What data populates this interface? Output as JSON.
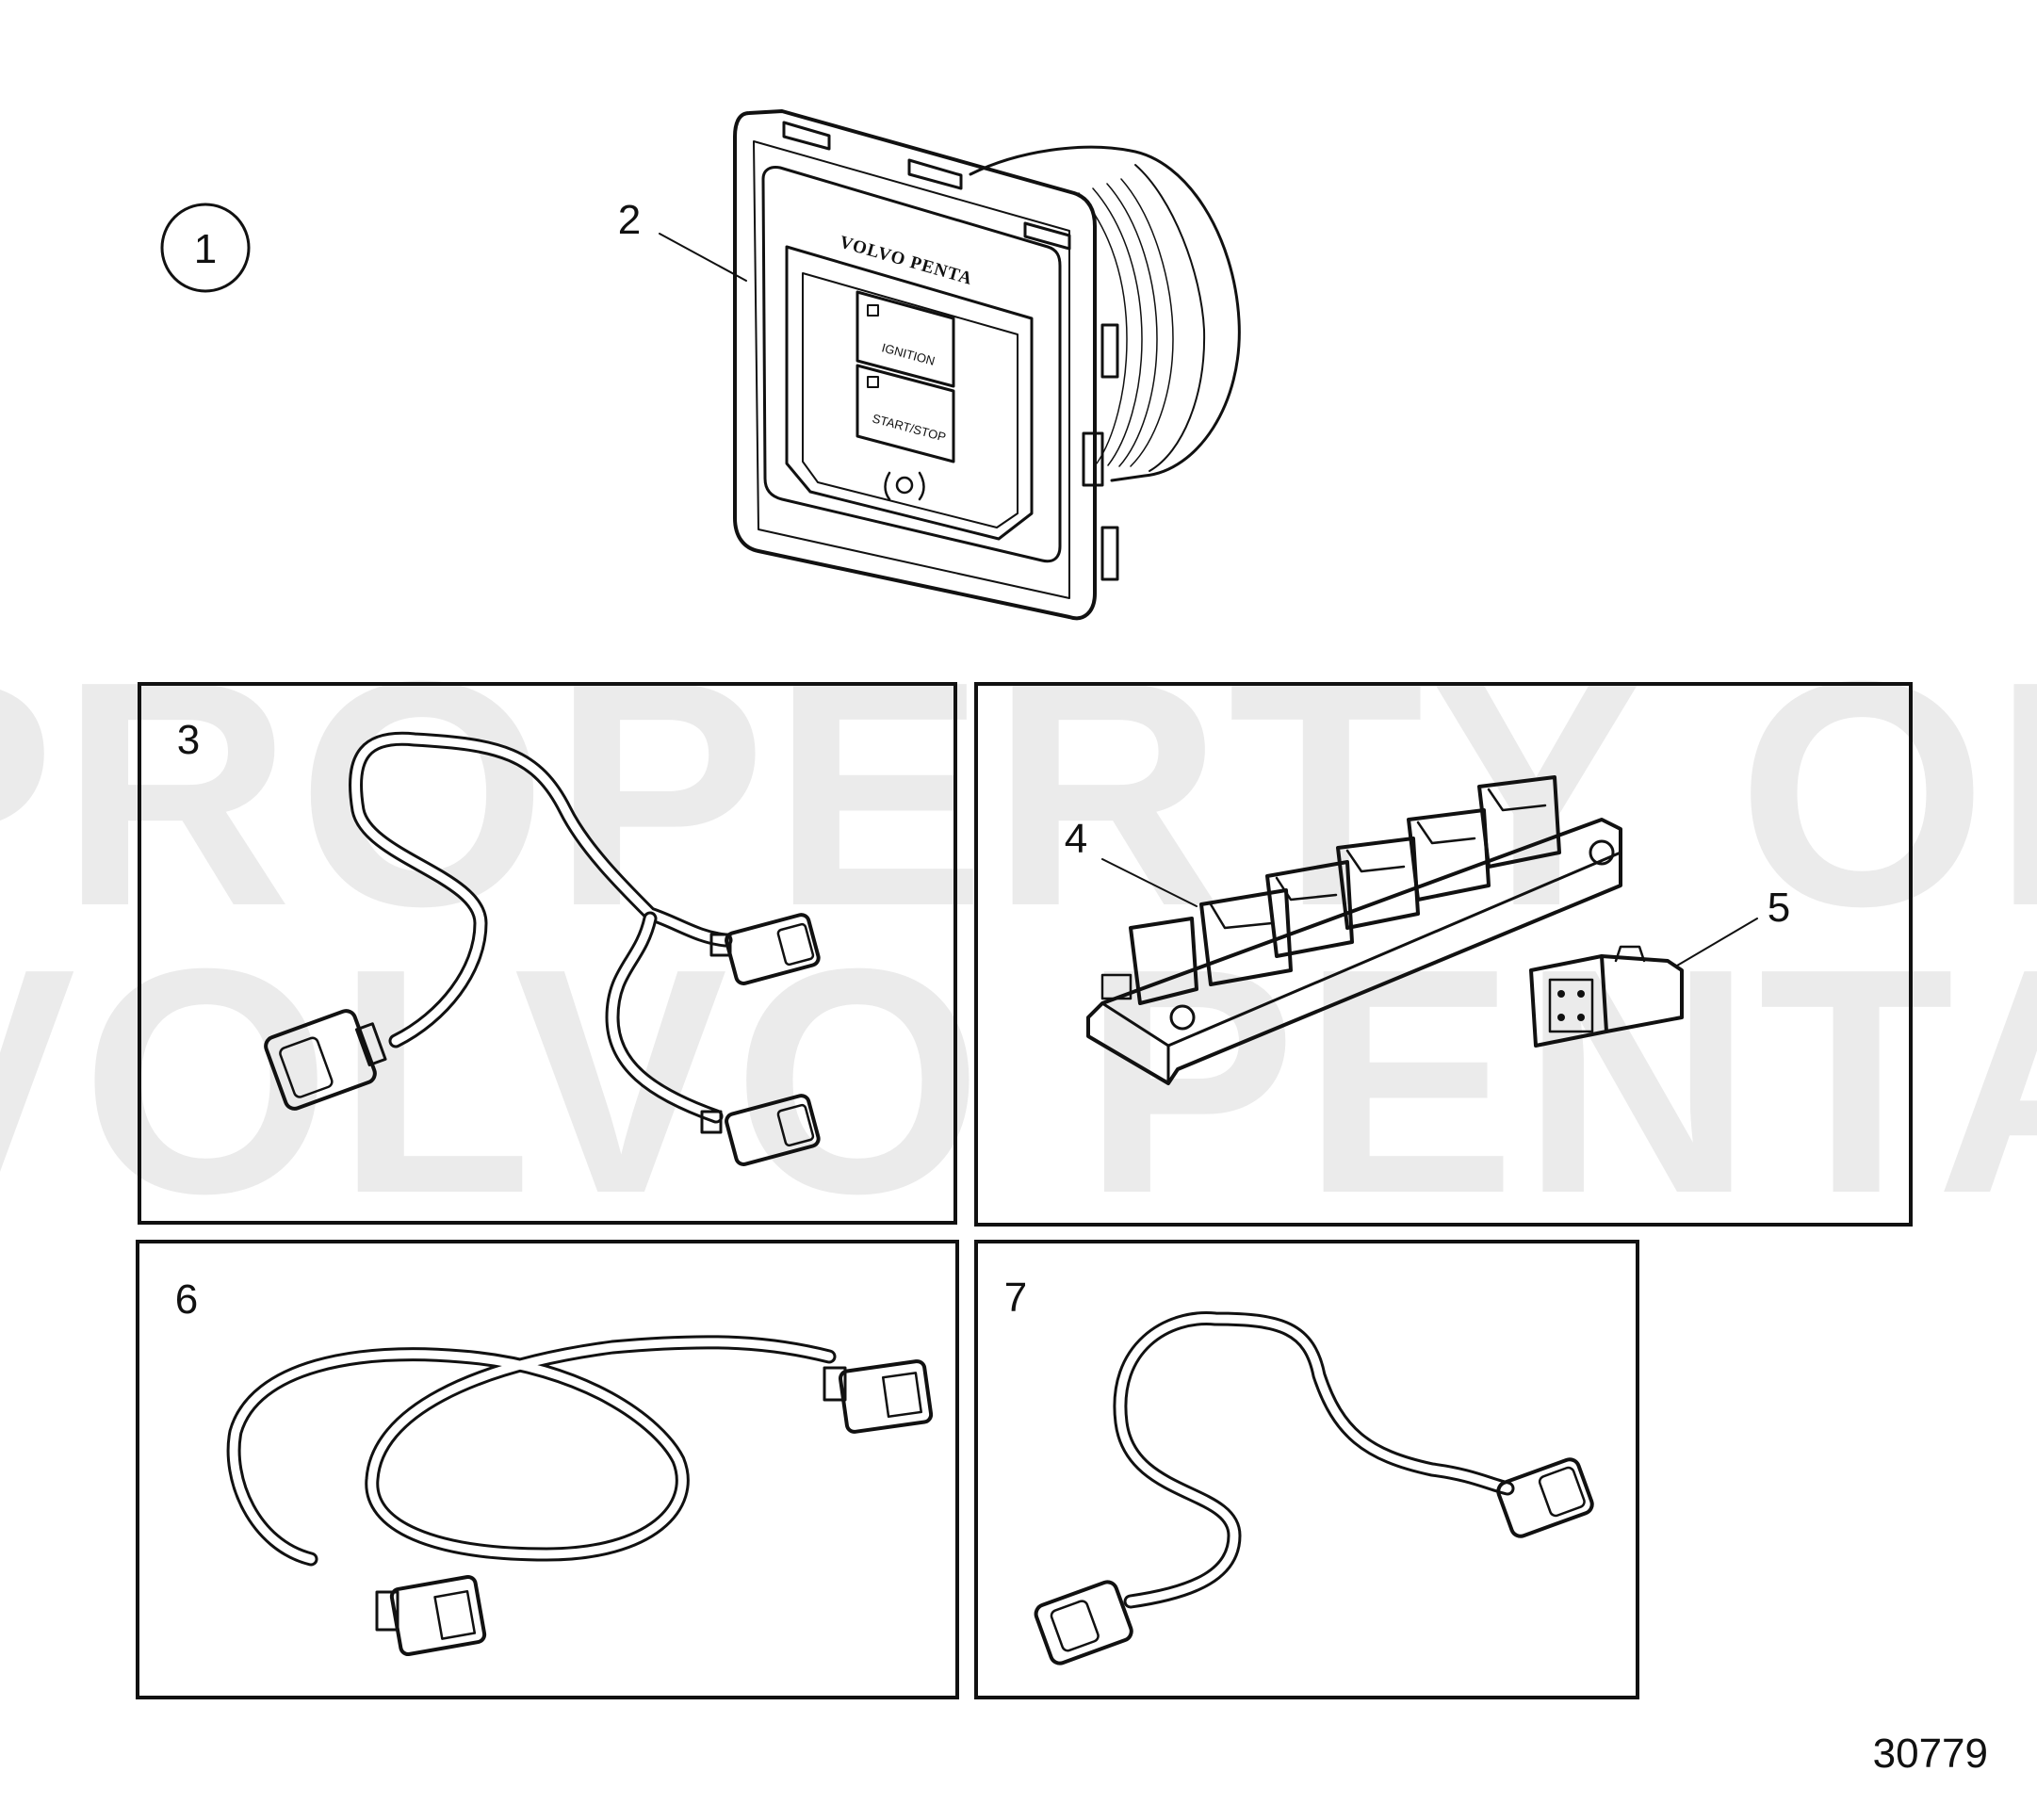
{
  "watermark": {
    "line1": "PROPERTY OF",
    "line2": "VOLVO PENTA"
  },
  "group_label": "1",
  "panel": {
    "brand": "VOLVO PENTA",
    "button1": "IGNITION",
    "button2": "START/STOP"
  },
  "callouts": {
    "c2": "2",
    "c3": "3",
    "c4": "4",
    "c5": "5",
    "c6": "6",
    "c7": "7"
  },
  "figure_number": "30779"
}
